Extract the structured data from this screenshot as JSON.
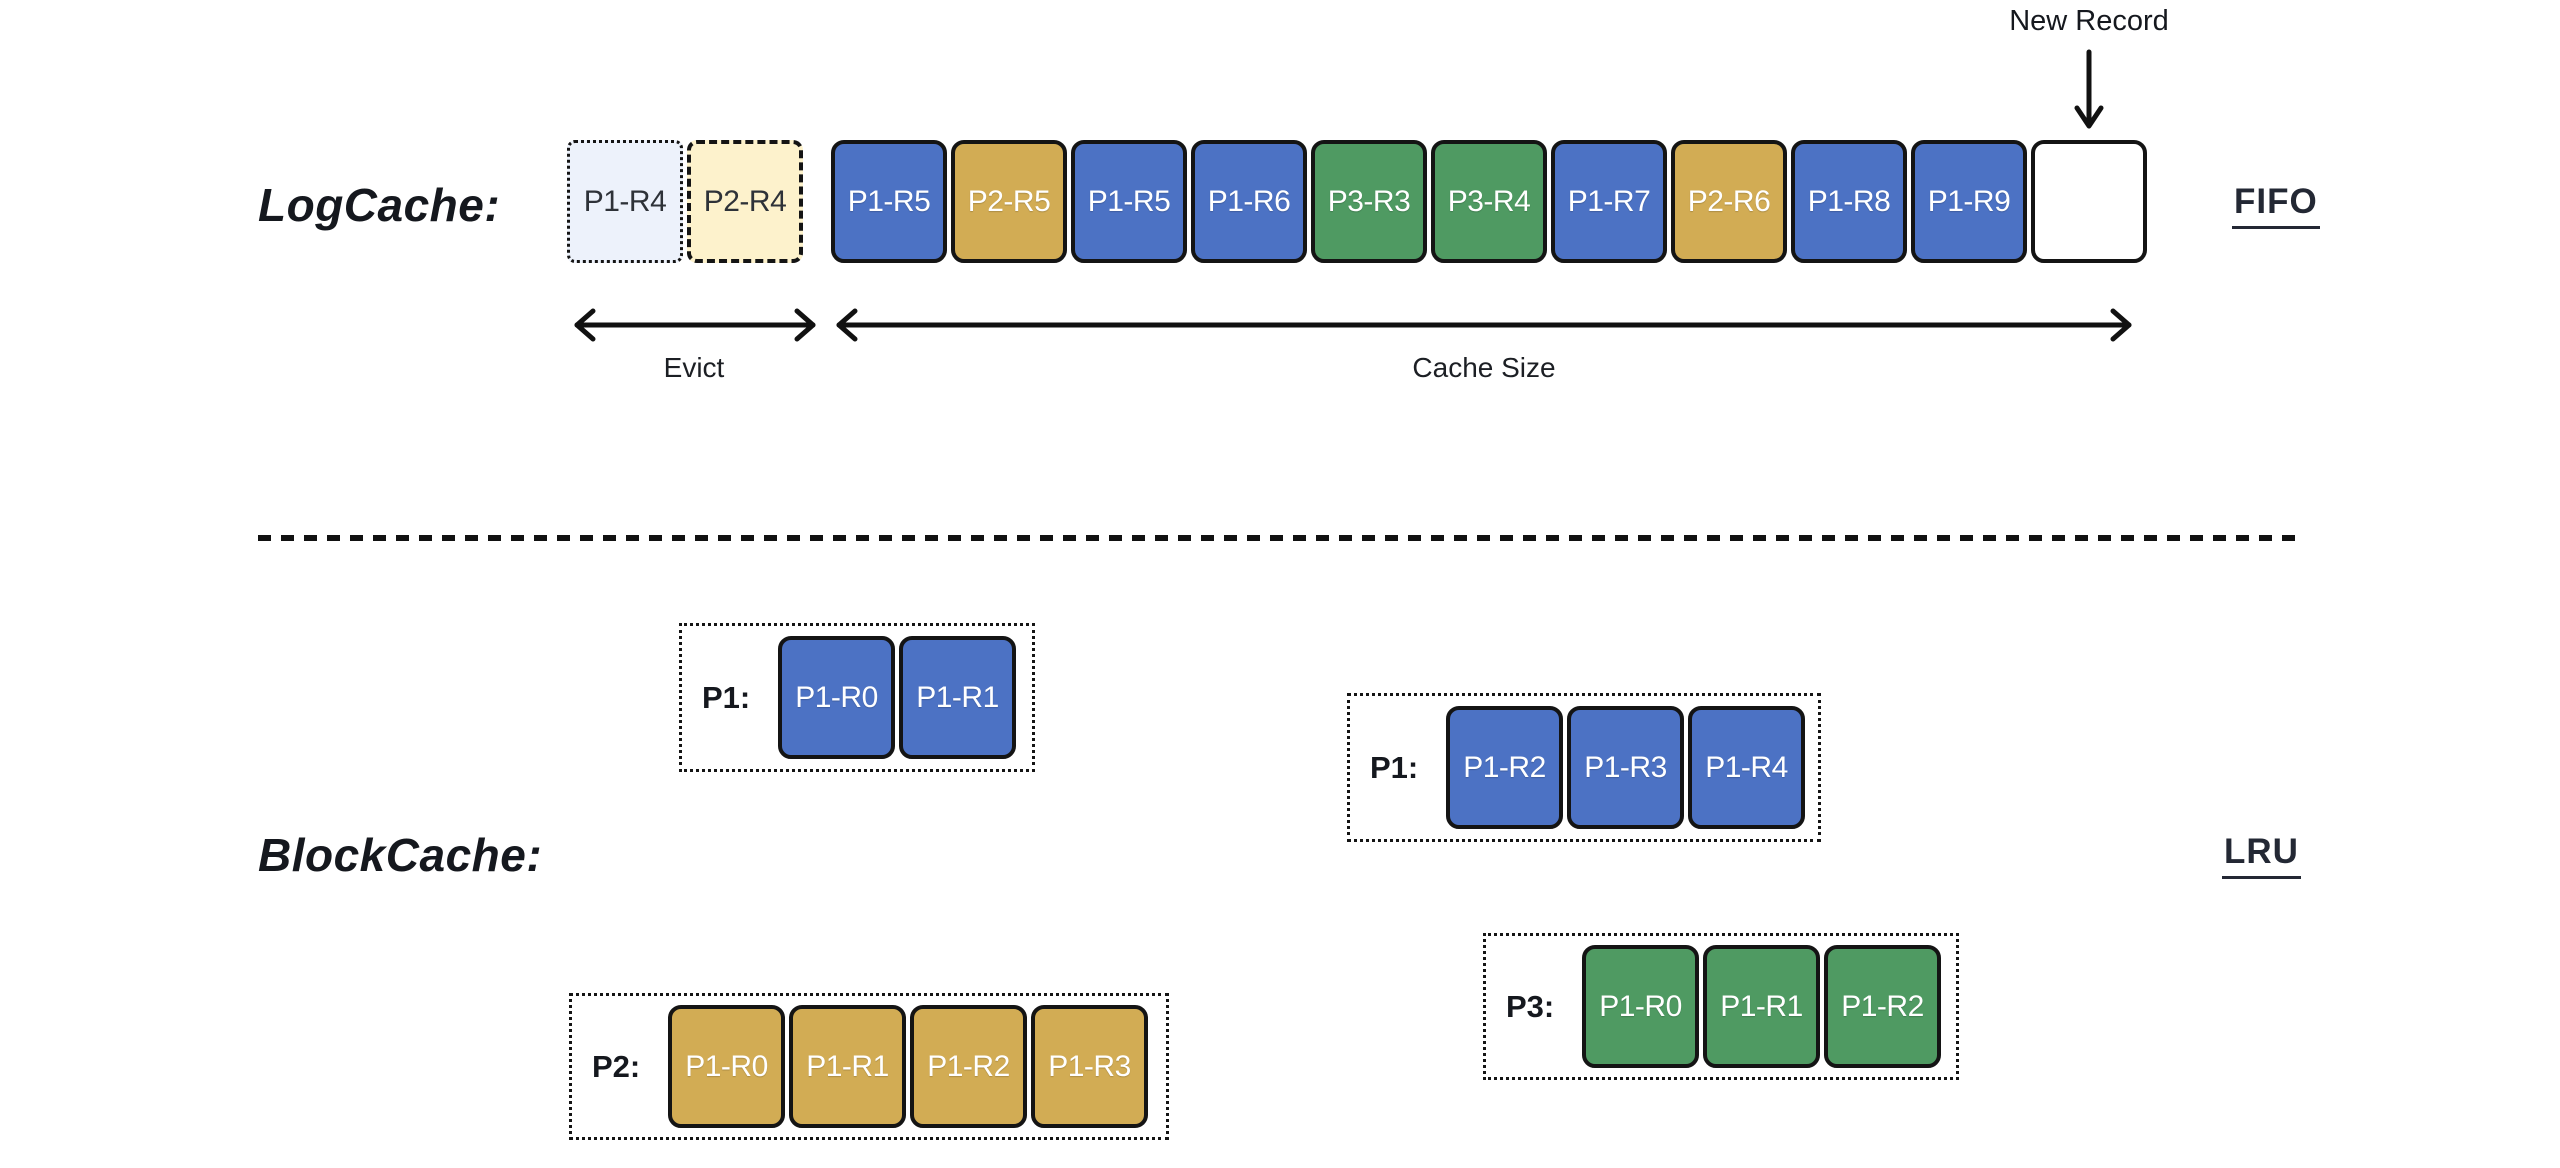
{
  "palette": {
    "blue": "#4C72C4",
    "gold": "#D2AC54",
    "green": "#4F9A62",
    "ghost_blue": "#EDF2FB",
    "ghost_yellow": "#FDF2CC",
    "ink": "#141414",
    "text_dark": "#2E3238"
  },
  "logcache": {
    "title": "LogCache:",
    "policy": "FIFO",
    "new_record": "New Record",
    "evict": "Evict",
    "cache_size": "Cache Size",
    "cells": [
      {
        "label": "P1-R4",
        "variant": "ghost-blue"
      },
      {
        "label": "P2-R4",
        "variant": "ghost-yellow"
      },
      {
        "label": "P1-R5",
        "variant": "blue"
      },
      {
        "label": "P2-R5",
        "variant": "gold"
      },
      {
        "label": "P1-R5",
        "variant": "blue"
      },
      {
        "label": "P1-R6",
        "variant": "blue"
      },
      {
        "label": "P3-R3",
        "variant": "green"
      },
      {
        "label": "P3-R4",
        "variant": "green"
      },
      {
        "label": "P1-R7",
        "variant": "blue"
      },
      {
        "label": "P2-R6",
        "variant": "gold"
      },
      {
        "label": "P1-R8",
        "variant": "blue"
      },
      {
        "label": "P1-R9",
        "variant": "blue"
      },
      {
        "label": "",
        "variant": "empty"
      }
    ]
  },
  "blockcache": {
    "title": "BlockCache:",
    "policy": "LRU",
    "groups": [
      {
        "name": "P1:",
        "color": "blue",
        "cells": [
          "P1-R0",
          "P1-R1"
        ]
      },
      {
        "name": "P1:",
        "color": "blue",
        "cells": [
          "P1-R2",
          "P1-R3",
          "P1-R4"
        ]
      },
      {
        "name": "P2:",
        "color": "gold",
        "cells": [
          "P1-R0",
          "P1-R1",
          "P1-R2",
          "P1-R3"
        ]
      },
      {
        "name": "P3:",
        "color": "green",
        "cells": [
          "P1-R0",
          "P1-R1",
          "P1-R2"
        ]
      }
    ]
  }
}
